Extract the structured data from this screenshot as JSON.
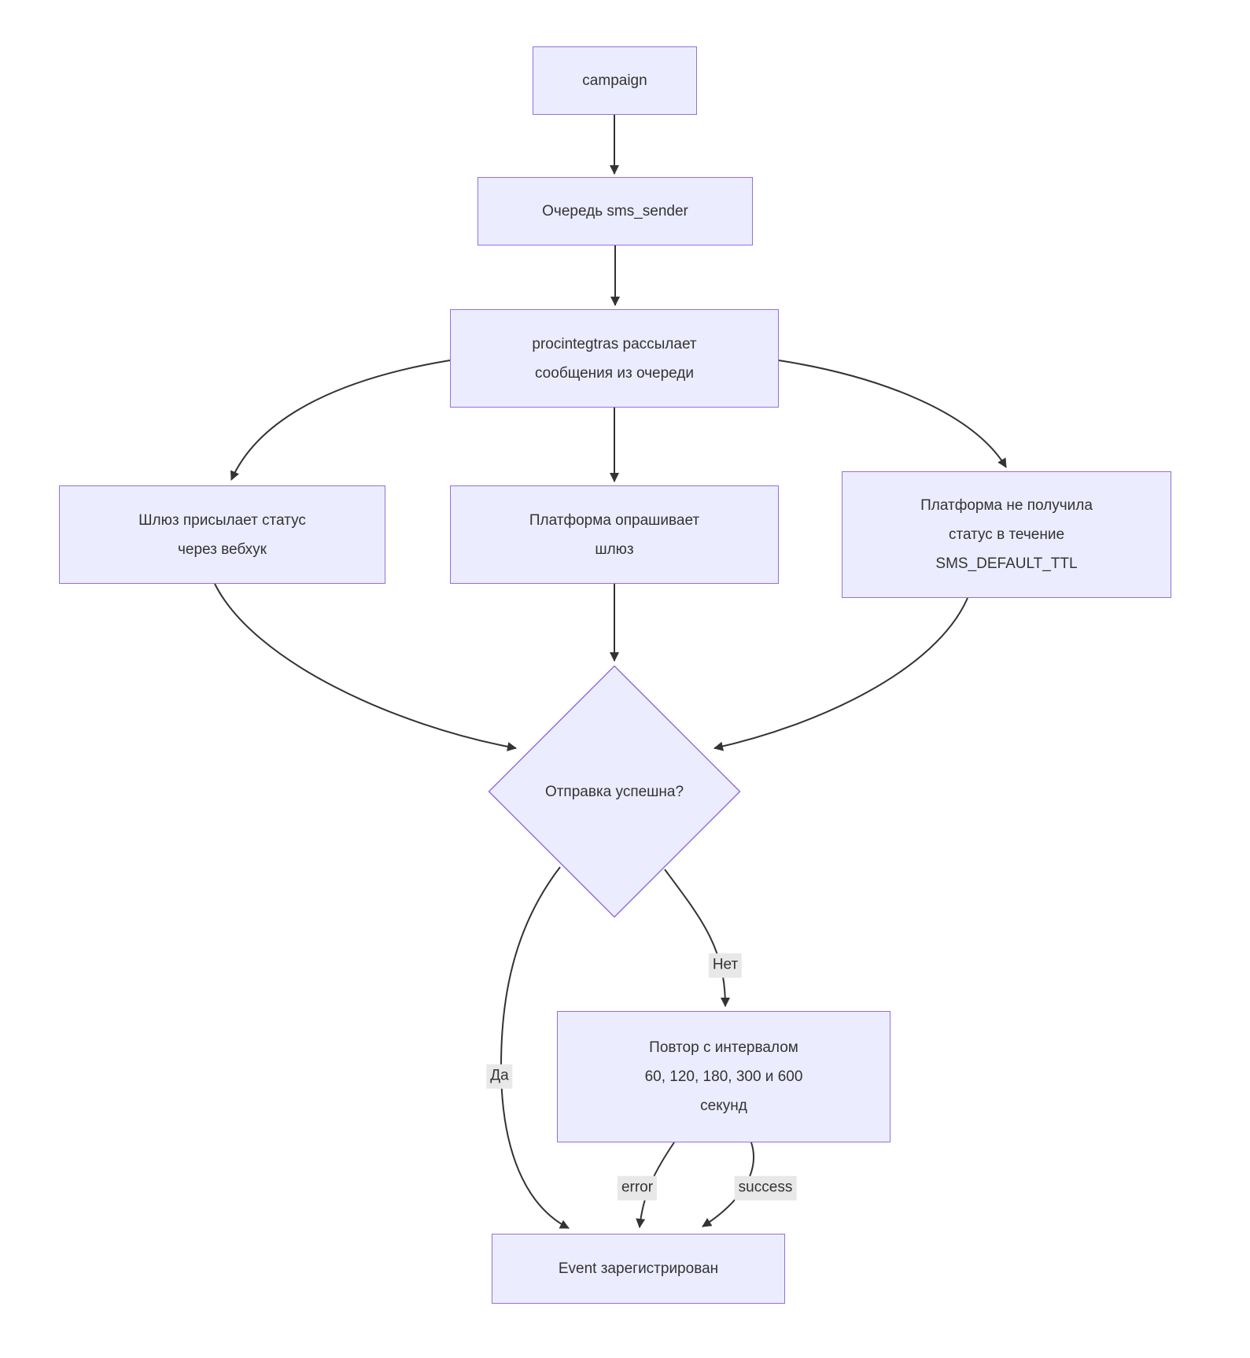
{
  "diagram": {
    "type": "flowchart",
    "nodes": {
      "campaign": {
        "label": "campaign"
      },
      "queue": {
        "label": "Очередь sms_sender"
      },
      "sender": {
        "label": "procintegtras рассылает\nсообщения из очереди"
      },
      "webhook": {
        "label": "Шлюз присылает статус\nчерез вебхук"
      },
      "polling": {
        "label": "Платформа опрашивает\nшлюз"
      },
      "ttl": {
        "label": "Платформа не получила\nстатус в течение\nSMS_DEFAULT_TTL"
      },
      "decision": {
        "label": "Отправка успешна?"
      },
      "retry": {
        "label": "Повтор с интервалом\n60, 120, 180, 300 и 600\nсекунд"
      },
      "event": {
        "label": "Event зарегистрирован"
      }
    },
    "edge_labels": {
      "no": "Нет",
      "yes": "Да",
      "error": "error",
      "success": "success"
    },
    "colors": {
      "node_fill": "#ECECFF",
      "node_border": "#9370DB",
      "edge_stroke": "#333333",
      "edge_label_bg": "#e8e8e8",
      "text": "#333333",
      "background": "#ffffff"
    }
  }
}
